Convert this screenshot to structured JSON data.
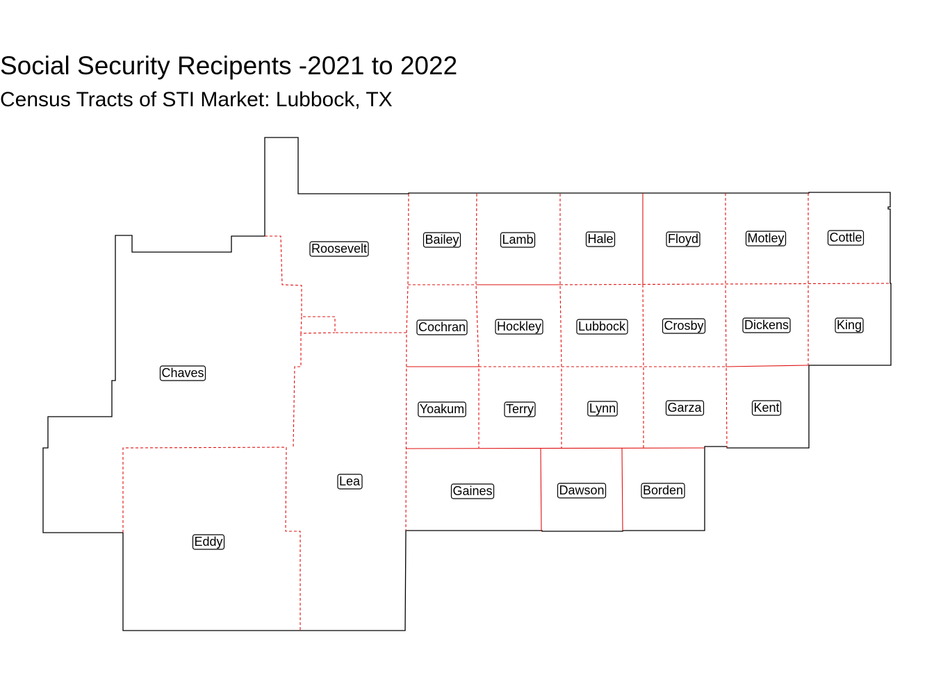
{
  "title": "Social Security Recipents -2021 to 2022",
  "subtitle": "Census Tracts of STI Market: Lubbock, TX",
  "colors": {
    "outline": "#000000",
    "county_borders": "#e01010",
    "background": "#ffffff"
  },
  "counties": [
    "Roosevelt",
    "Bailey",
    "Lamb",
    "Hale",
    "Floyd",
    "Motley",
    "Cottle",
    "Cochran",
    "Hockley",
    "Lubbock",
    "Crosby",
    "Dickens",
    "King",
    "Chaves",
    "Yoakum",
    "Terry",
    "Lynn",
    "Garza",
    "Kent",
    "Lea",
    "Gaines",
    "Dawson",
    "Borden",
    "Eddy"
  ]
}
